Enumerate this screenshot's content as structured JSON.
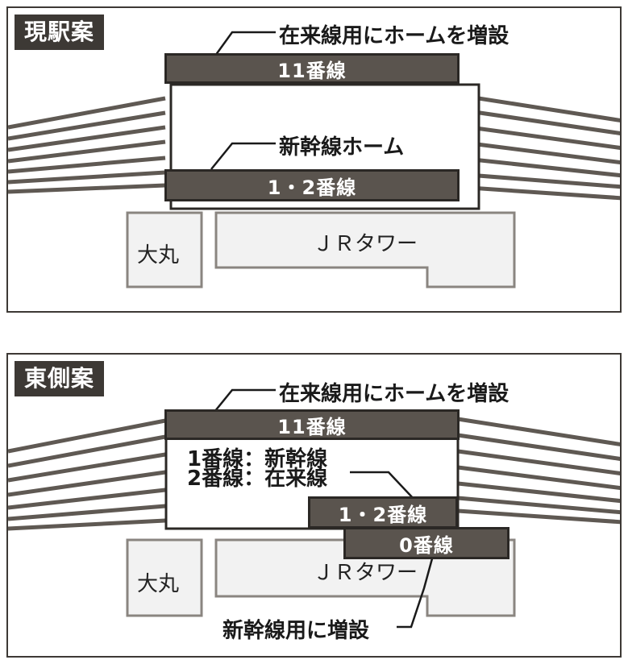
{
  "plans": [
    {
      "badge": "現駅案",
      "callout": "在来線用にホームを増設",
      "track11": "11番線",
      "shinkansen_label": "新幹線ホーム",
      "track12": "1・2番線",
      "daimaru": "大丸",
      "jrtower": "ＪＲタワー"
    },
    {
      "badge": "東側案",
      "callout": "在来線用にホームを増設",
      "track11": "11番線",
      "note_line1": "1番線：新幹線",
      "note_line2": "2番線：在来線",
      "track12": "1・2番線",
      "track0": "0番線",
      "daimaru": "大丸",
      "jrtower": "ＪＲタワー",
      "callout_bottom": "新幹線用に増設"
    }
  ],
  "colors": {
    "dark": "#3d3935",
    "bar_fill": "#5a544e",
    "building_fill": "#f2f2f2",
    "building_stroke": "#8a8580"
  }
}
